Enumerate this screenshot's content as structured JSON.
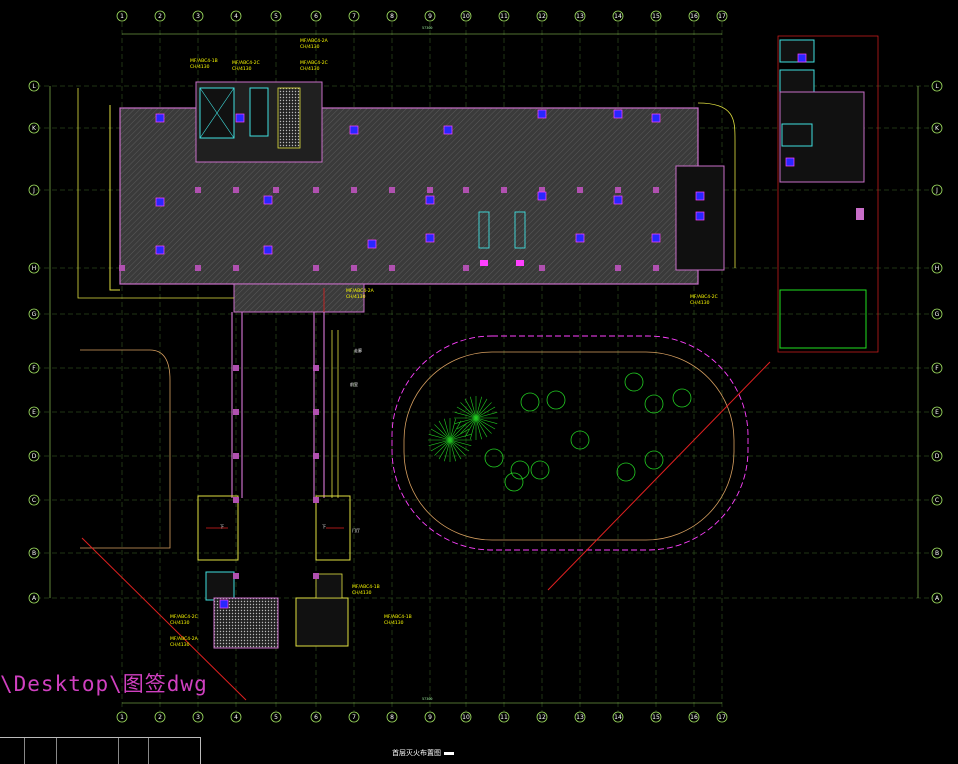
{
  "drawing": {
    "sheet_title": "首层灭火布置图",
    "file_path_watermark": "\\Desktop\\图签dwg",
    "grid_columns": [
      "1",
      "2",
      "3",
      "4",
      "5",
      "6",
      "7",
      "8",
      "9",
      "10",
      "11",
      "12",
      "13",
      "14",
      "15",
      "16",
      "17"
    ],
    "grid_rows": [
      "L",
      "K",
      "J",
      "H",
      "G",
      "F",
      "E",
      "D",
      "C",
      "B",
      "A"
    ],
    "grid_rows_right": [
      "L",
      "K",
      "J",
      "H",
      "G",
      "F",
      "E",
      "D",
      "C",
      "B",
      "A"
    ],
    "total_dim_top": "57300",
    "total_dim_bottom": "57300",
    "stair_down_label": "下",
    "tags": [
      {
        "id": "tag1",
        "line1": "MF/ABC4-1B",
        "line2": "CH/4130"
      },
      {
        "id": "tag2",
        "line1": "MF/ABC4-2C",
        "line2": "CH/4130"
      },
      {
        "id": "tag3",
        "line1": "MF/ABC4-2A",
        "line2": "CH/4130"
      },
      {
        "id": "tag4",
        "line1": "MF/ABC4-2C",
        "line2": "CH/4130"
      },
      {
        "id": "tag5",
        "line1": "MF/ABC4-2A",
        "line2": "CH/4130"
      },
      {
        "id": "tag6",
        "line1": "MF/ABC4-2C",
        "line2": "CH/4130"
      },
      {
        "id": "tag7",
        "line1": "MF/ABC4-1B",
        "line2": "CH/4130"
      },
      {
        "id": "tag8",
        "line1": "MF/ABC4-1B",
        "line2": "CH/4130"
      },
      {
        "id": "tag9",
        "line1": "MF/ABC4-2C",
        "line2": "CH/4130"
      },
      {
        "id": "tag10",
        "line1": "MF/ABC4-2A",
        "line2": "CH/4130"
      }
    ],
    "room_notes": [
      "走廊",
      "前室",
      "门厅"
    ],
    "colors": {
      "grid": "#a0e060",
      "wall": "#c86ec8",
      "slab": "#555555",
      "extinguisher": "#2828ff",
      "hydrant": "#ff40ff",
      "tree": "#22cc22",
      "redline": "#e02020",
      "yellow": "#e0e040",
      "cyan": "#40e0e0"
    }
  }
}
